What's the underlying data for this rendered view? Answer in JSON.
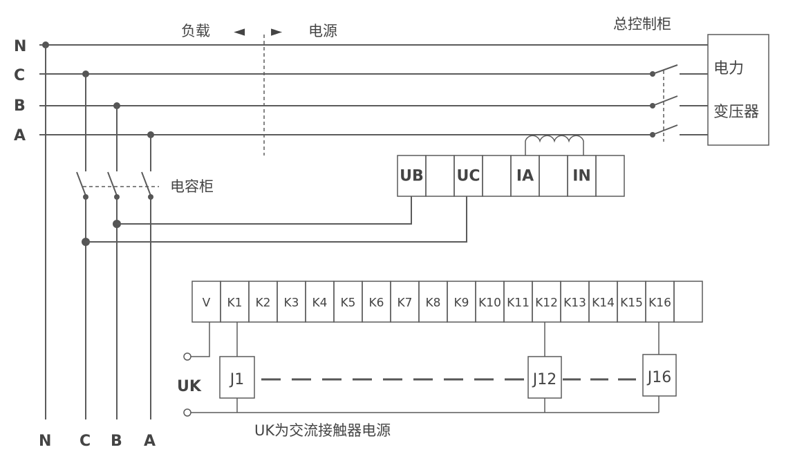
{
  "phases_left": [
    "N",
    "C",
    "B",
    "A"
  ],
  "phases_bottom": [
    "N",
    "C",
    "B",
    "A"
  ],
  "labels": {
    "load": "负载",
    "source": "电源",
    "main_cabinet": "总控制柜",
    "transformer_line1": "电力",
    "transformer_line2": "变压器",
    "capacitor_cabinet": "电容柜",
    "uk": "UK",
    "uk_note": "UK为交流接触器电源"
  },
  "arrows": {
    "left": "◄",
    "right": "►"
  },
  "upper_terminals": [
    "UB",
    "",
    "UC",
    "",
    "IA",
    "",
    "IN",
    ""
  ],
  "lower_terminals": [
    "V",
    "K1",
    "K2",
    "K3",
    "K4",
    "K5",
    "K6",
    "K7",
    "K8",
    "K9",
    "K10",
    "K11",
    "K12",
    "K13",
    "K14",
    "K15",
    "K16",
    ""
  ],
  "contactors": [
    "J1",
    "J12",
    "J16"
  ]
}
